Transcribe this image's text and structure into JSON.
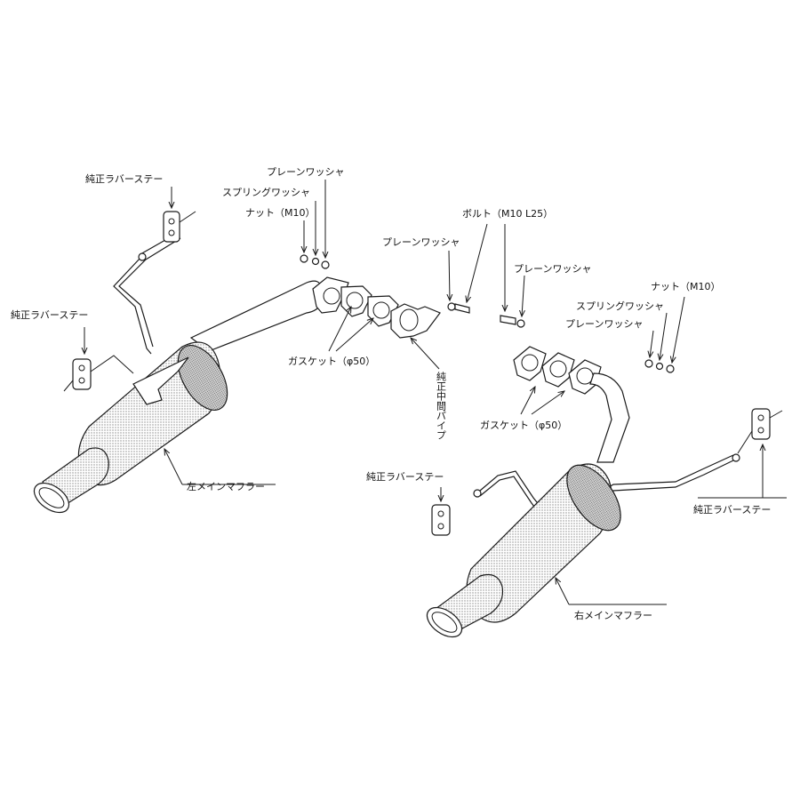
{
  "labels": {
    "rubber_stay": "純正ラバーステー",
    "plain_washer": "プレーンワッシャ",
    "spring_washer": "スプリングワッシャ",
    "nut_m10": "ナット（M10）",
    "bolt": "ボルト（M10 L25）",
    "gasket": "ガスケット（φ50）",
    "mid_pipe": "純正中間パイプ",
    "left_muffler": "左メインマフラー",
    "right_muffler": "右メインマフラー"
  },
  "colors": {
    "line": "#1a1a1a",
    "background": "#ffffff",
    "shading": "#9a9a9a"
  }
}
